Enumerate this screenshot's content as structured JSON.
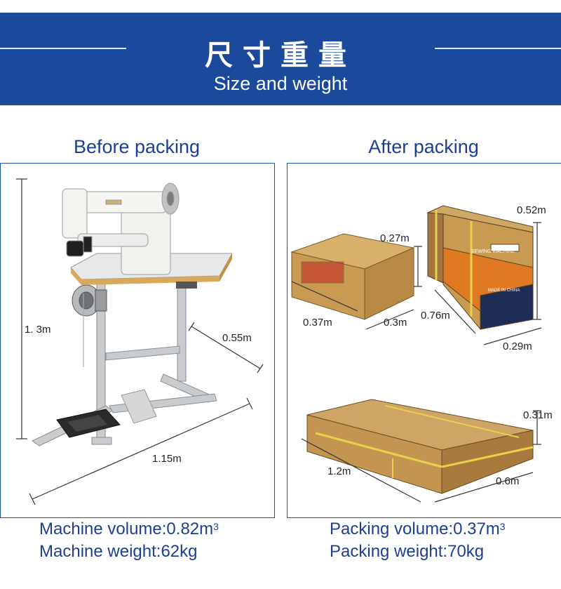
{
  "header": {
    "title_zh": "尺寸重量",
    "title_en": "Size and weight",
    "background_color": "#1b4a9c"
  },
  "before": {
    "heading": "Before packing",
    "dimensions": {
      "height": "1. 3m",
      "depth": "0.55m",
      "width": "1.15m"
    },
    "volume_label": "Machine volume:",
    "volume_value": "0.82m",
    "volume_exp": "3",
    "weight_label": "Machine weight:",
    "weight_value": "62kg"
  },
  "after": {
    "heading": "After packing",
    "box_small": {
      "height": "0.27m",
      "length": "0.37m",
      "width": "0.3m"
    },
    "box_tall": {
      "height": "0.52m",
      "length": "0.76m",
      "width": "0.29m",
      "brand_text": "SEWING MACHINE",
      "made_text": "MADE IN CHINA"
    },
    "box_flat": {
      "height": "0.31m",
      "length": "1.2m",
      "width": "0.6m"
    },
    "volume_label": "Packing volume:",
    "volume_value": "0.37m",
    "volume_exp": "3",
    "weight_label": "Packing weight:",
    "weight_value": "70kg"
  }
}
